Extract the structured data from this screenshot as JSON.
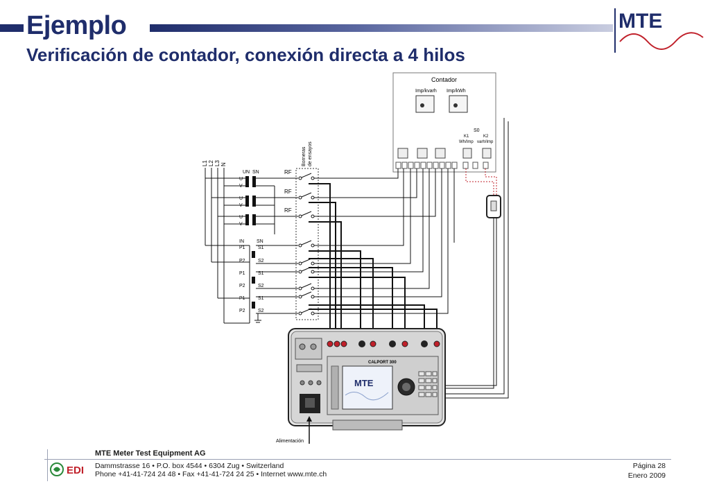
{
  "header": {
    "title": "Ejemplo",
    "subtitle": "Verificación de contador, conexión directa a 4 hilos",
    "logo_text": "MTE"
  },
  "diagram": {
    "meter_label": "Contador",
    "imp_kvarh": "Imp/kvarh",
    "imp_kwh": "Imp/kWh",
    "s0": "S0",
    "k1": "K1",
    "k2": "K2",
    "wh_imp": "Wh/Imp",
    "varh_imp": "varh/Imp",
    "bornera": "Borneras",
    "bornera2": "de ensayos",
    "phases": [
      "L1",
      "L2",
      "L3",
      "N"
    ],
    "un": "UN",
    "sn_u": "SN",
    "in": "IN",
    "sn_i": "SN",
    "rf": "RF",
    "u": "U",
    "v": "V",
    "p1": "P1",
    "p2": "P2",
    "s1": "S1",
    "s2": "S2",
    "device": "CALPORT 300",
    "device_brand": "MTE",
    "power": "Alimentación"
  },
  "footer": {
    "company": "MTE Meter Test Equipment AG",
    "address": "Dammstrasse 16 • P.O. box 4544 • 6304 Zug • Switzerland",
    "phone": "Phone +41-41-724 24 48 • Fax +41-41-724 24 25 • Internet www.mte.ch",
    "page": "Página 28",
    "date": "Enero 2009",
    "logo_edi": "EDI"
  },
  "colors": {
    "brand": "#1f2d6b",
    "wire": "#111111",
    "accent_red": "#c0202a"
  }
}
